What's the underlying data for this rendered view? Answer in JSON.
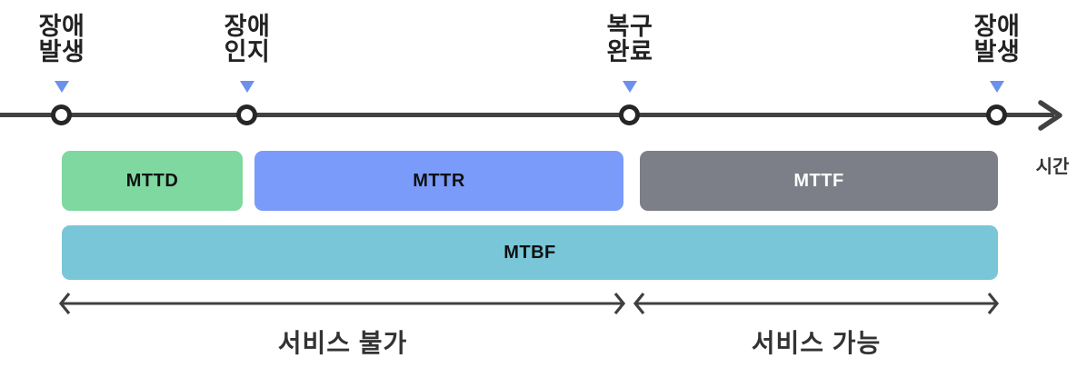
{
  "diagram": {
    "axis_label": "시간",
    "events": [
      {
        "line1": "장애",
        "line2": "발생"
      },
      {
        "line1": "장애",
        "line2": "인지"
      },
      {
        "line1": "복구",
        "line2": "완료"
      },
      {
        "line1": "장애",
        "line2": "발생"
      }
    ],
    "bars": {
      "mttd": {
        "label": "MTTD",
        "bg": "#7ed8a0",
        "fg": "#101010"
      },
      "mttr": {
        "label": "MTTR",
        "bg": "#7a9bfa",
        "fg": "#101010"
      },
      "mttf": {
        "label": "MTTF",
        "bg": "#7c7f87",
        "fg": "#ffffff"
      },
      "mtbf": {
        "label": "MTBF",
        "bg": "#79c6d9",
        "fg": "#101010"
      }
    },
    "ranges": [
      {
        "label": "서비스 불가"
      },
      {
        "label": "서비스 가능"
      }
    ],
    "colors": {
      "timeline": "#414141",
      "event_triangle": "#6b90ee",
      "node_ring": "#262626",
      "node_fill": "#ffffff",
      "range_arrow": "#3f3f3f",
      "event_text": "#222222",
      "axis_text": "#333333",
      "range_text": "#333333"
    }
  }
}
